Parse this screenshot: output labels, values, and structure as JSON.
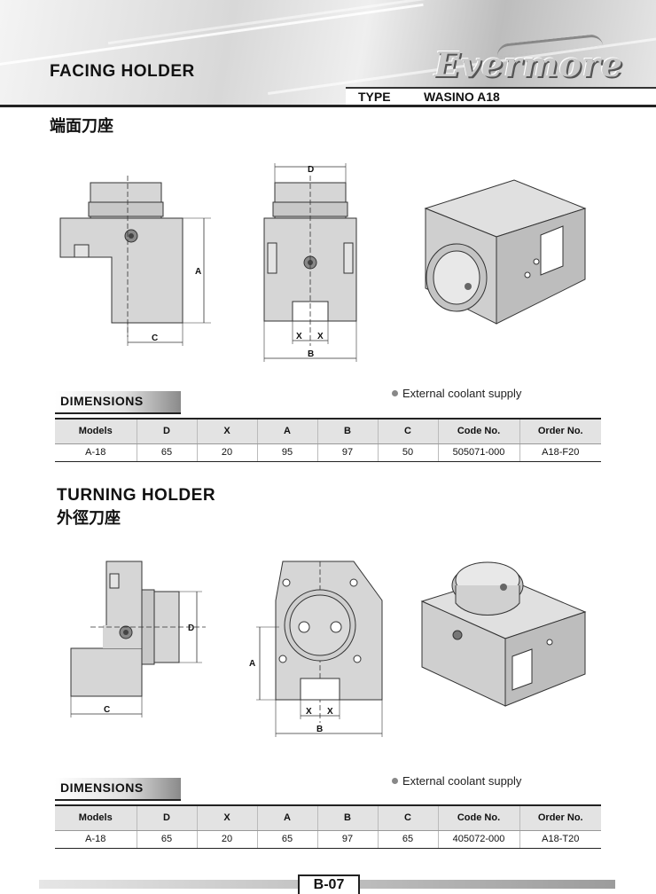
{
  "header": {
    "title": "FACING HOLDER",
    "brand": "Evermore",
    "type_label": "TYPE",
    "type_value": "WASINO   A18"
  },
  "facing": {
    "chinese_title": "端面刀座",
    "dim_labels": {
      "D": "D",
      "A": "A",
      "C": "C",
      "X": "X",
      "B": "B"
    },
    "dimensions_label": "DIMENSIONS",
    "coolant_note": "External coolant supply",
    "table": {
      "headers": [
        "Models",
        "D",
        "X",
        "A",
        "B",
        "C",
        "Code No.",
        "Order No."
      ],
      "row": [
        "A-18",
        "65",
        "20",
        "95",
        "97",
        "50",
        "505071-000",
        "A18-F20"
      ]
    }
  },
  "turning": {
    "title": "TURNING HOLDER",
    "chinese_title": "外徑刀座",
    "dim_labels": {
      "D": "D",
      "A": "A",
      "C": "C",
      "X": "X",
      "B": "B"
    },
    "dimensions_label": "DIMENSIONS",
    "coolant_note": "External coolant supply",
    "table": {
      "headers": [
        "Models",
        "D",
        "X",
        "A",
        "B",
        "C",
        "Code No.",
        "Order No."
      ],
      "row": [
        "A-18",
        "65",
        "20",
        "65",
        "97",
        "65",
        "405072-000",
        "A18-T20"
      ]
    }
  },
  "footer": {
    "page": "B-07"
  },
  "colors": {
    "part_fill": "#d6d6d6",
    "part_stroke": "#333333",
    "table_header": "#e3e3e3"
  }
}
